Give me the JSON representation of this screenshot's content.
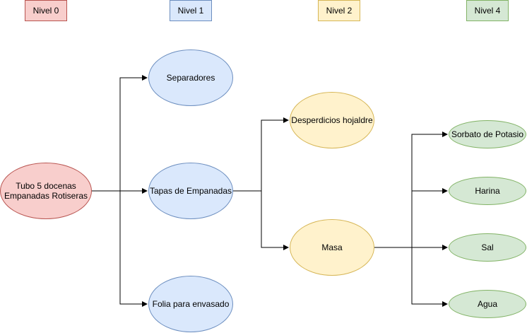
{
  "levels": [
    "Nivel 0",
    "Nivel 1",
    "Nivel 2",
    "Nivel 4"
  ],
  "nodes": {
    "root": "Tubo 5 docenas\nEmpanadas Rotiseras",
    "separadores": "Separadores",
    "tapas": "Tapas de Empanadas",
    "folia": "Folia para envasado",
    "desperdicios": "Desperdicios hojaldre",
    "masa": "Masa",
    "sorbato": "Sorbato de Potasio",
    "harina": "Harina",
    "sal": "Sal",
    "agua": "Agua"
  },
  "colors": {
    "red_fill": "#f8cecc",
    "red_stroke": "#b85450",
    "blue_fill": "#dae8fc",
    "blue_stroke": "#6c8ebf",
    "yellow_fill": "#fff2cc",
    "yellow_stroke": "#d6b656",
    "green_fill": "#d5e8d4",
    "green_stroke": "#82b366"
  }
}
